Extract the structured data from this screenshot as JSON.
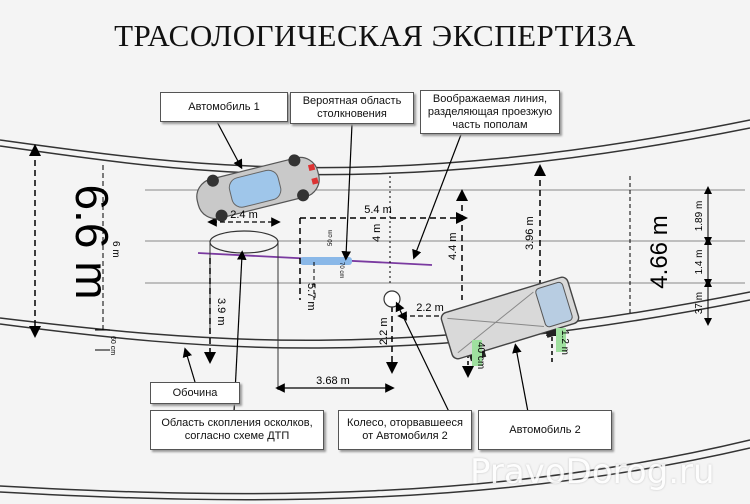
{
  "title": "ТРАСОЛОГИЧЕСКАЯ ЭКСПЕРТИЗА",
  "labels": {
    "car1": "Автомобиль 1",
    "collision_area": "Вероятная область столкновения",
    "imaginary_line": "Воображаемая линия, разделяющая проезжую часть пополам",
    "shoulder": "Обочина",
    "debris_area": "Область скопления осколков, согласно схеме ДТП",
    "wheel": "Колесо, оторвавшееся от Автомобиля 2",
    "car2": "Автомобиль 2"
  },
  "dimensions": {
    "road_width": "6.6 m",
    "road_width_small": "6 m",
    "left_small": "60 cm",
    "d_2_4": "2.4 m",
    "d_5_4": "5.4 m",
    "d_4": "4 m",
    "d_5_7": "5.7 m",
    "d_3_9": "3.9 m",
    "d_4_4": "4.4 m",
    "d_3_96": "3.96 m",
    "d_2_2_h": "2.2 m",
    "d_2_2_v": "2.2 m",
    "d_3_68": "3.68 m",
    "d_40cm": "40 cm",
    "d_1_2": "1.2 m",
    "d_4_66": "4.66 m",
    "d_1_89": "1.89 m",
    "d_1_4": "1.4 m",
    "d_37": "37 m",
    "d_50cm": "50 cm",
    "d_70cm": "70 cm"
  },
  "watermark": "PravoDorog.ru",
  "colors": {
    "collision_mark": "#8ab8e8",
    "imaginary_line": "#7a3aa0",
    "highlight": "#9fe09f"
  }
}
